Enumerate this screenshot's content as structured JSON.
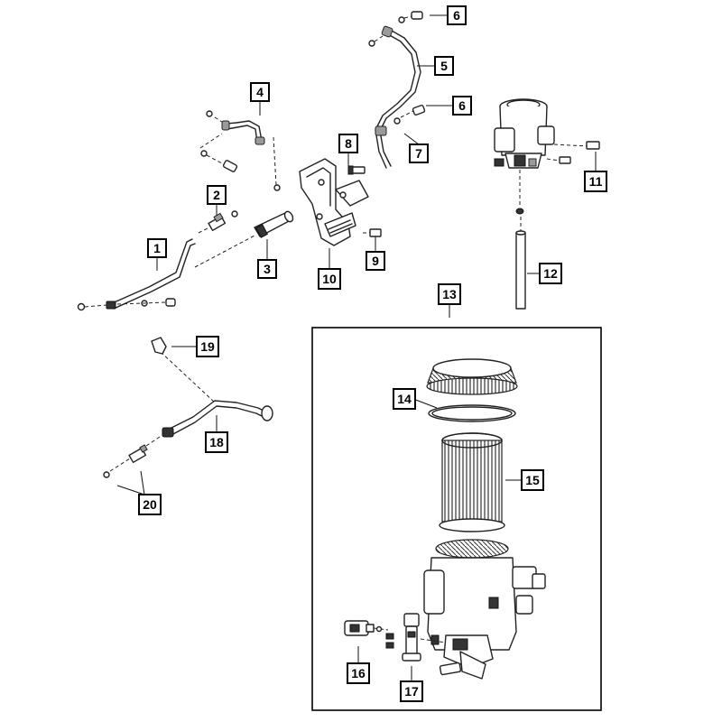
{
  "diagram": {
    "callouts": [
      {
        "id": "c1",
        "label": "1"
      },
      {
        "id": "c2",
        "label": "2"
      },
      {
        "id": "c3",
        "label": "3"
      },
      {
        "id": "c4",
        "label": "4"
      },
      {
        "id": "c5",
        "label": "5"
      },
      {
        "id": "c6a",
        "label": "6"
      },
      {
        "id": "c6b",
        "label": "6"
      },
      {
        "id": "c7",
        "label": "7"
      },
      {
        "id": "c8",
        "label": "8"
      },
      {
        "id": "c9",
        "label": "9"
      },
      {
        "id": "c10",
        "label": "10"
      },
      {
        "id": "c11",
        "label": "11"
      },
      {
        "id": "c12",
        "label": "12"
      },
      {
        "id": "c13",
        "label": "13"
      },
      {
        "id": "c14",
        "label": "14"
      },
      {
        "id": "c15",
        "label": "15"
      },
      {
        "id": "c16",
        "label": "16"
      },
      {
        "id": "c17",
        "label": "17"
      },
      {
        "id": "c18",
        "label": "18"
      },
      {
        "id": "c19",
        "label": "19"
      },
      {
        "id": "c20",
        "label": "20"
      }
    ]
  }
}
